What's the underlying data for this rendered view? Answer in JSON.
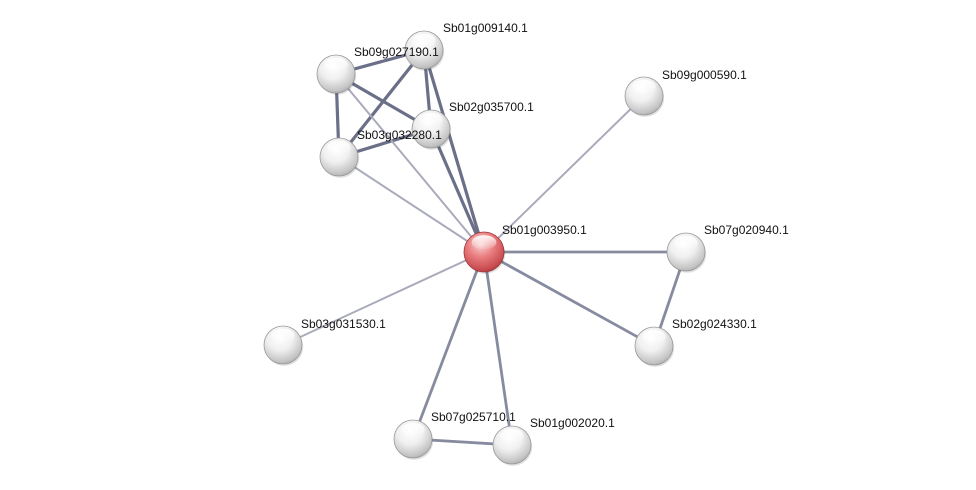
{
  "network": {
    "colors": {
      "query_node": "#e06466",
      "node": "#e6e6e6",
      "edge_strong": "#6b7088",
      "edge_medium": "#878ba0",
      "edge_weak": "#a9abbb",
      "label": "#111111"
    },
    "nodes": [
      {
        "id": "n0",
        "label": "Sb01g003950.1",
        "query": true
      },
      {
        "id": "n1",
        "label": "Sb01g009140.1"
      },
      {
        "id": "n2",
        "label": "Sb09g027190.1"
      },
      {
        "id": "n3",
        "label": "Sb02g035700.1"
      },
      {
        "id": "n4",
        "label": "Sb03g032280.1"
      },
      {
        "id": "n5",
        "label": "Sb09g000590.1"
      },
      {
        "id": "n6",
        "label": "Sb07g020940.1"
      },
      {
        "id": "n7",
        "label": "Sb02g024330.1"
      },
      {
        "id": "n8",
        "label": "Sb03g031530.1"
      },
      {
        "id": "n9",
        "label": "Sb07g025710.1"
      },
      {
        "id": "n10",
        "label": "Sb01g002020.1"
      }
    ],
    "edges": [
      {
        "source": "n1",
        "target": "n2",
        "strength": "strong"
      },
      {
        "source": "n1",
        "target": "n3",
        "strength": "strong"
      },
      {
        "source": "n1",
        "target": "n4",
        "strength": "strong"
      },
      {
        "source": "n1",
        "target": "n0",
        "strength": "strong"
      },
      {
        "source": "n2",
        "target": "n3",
        "strength": "strong"
      },
      {
        "source": "n2",
        "target": "n4",
        "strength": "strong"
      },
      {
        "source": "n3",
        "target": "n4",
        "strength": "strong"
      },
      {
        "source": "n3",
        "target": "n0",
        "strength": "strong"
      },
      {
        "source": "n2",
        "target": "n0",
        "strength": "weak"
      },
      {
        "source": "n4",
        "target": "n0",
        "strength": "weak"
      },
      {
        "source": "n5",
        "target": "n0",
        "strength": "weak"
      },
      {
        "source": "n8",
        "target": "n0",
        "strength": "weak"
      },
      {
        "source": "n6",
        "target": "n0",
        "strength": "medium"
      },
      {
        "source": "n7",
        "target": "n0",
        "strength": "medium"
      },
      {
        "source": "n6",
        "target": "n7",
        "strength": "medium"
      },
      {
        "source": "n9",
        "target": "n0",
        "strength": "medium"
      },
      {
        "source": "n10",
        "target": "n0",
        "strength": "medium"
      },
      {
        "source": "n9",
        "target": "n10",
        "strength": "medium"
      }
    ]
  }
}
